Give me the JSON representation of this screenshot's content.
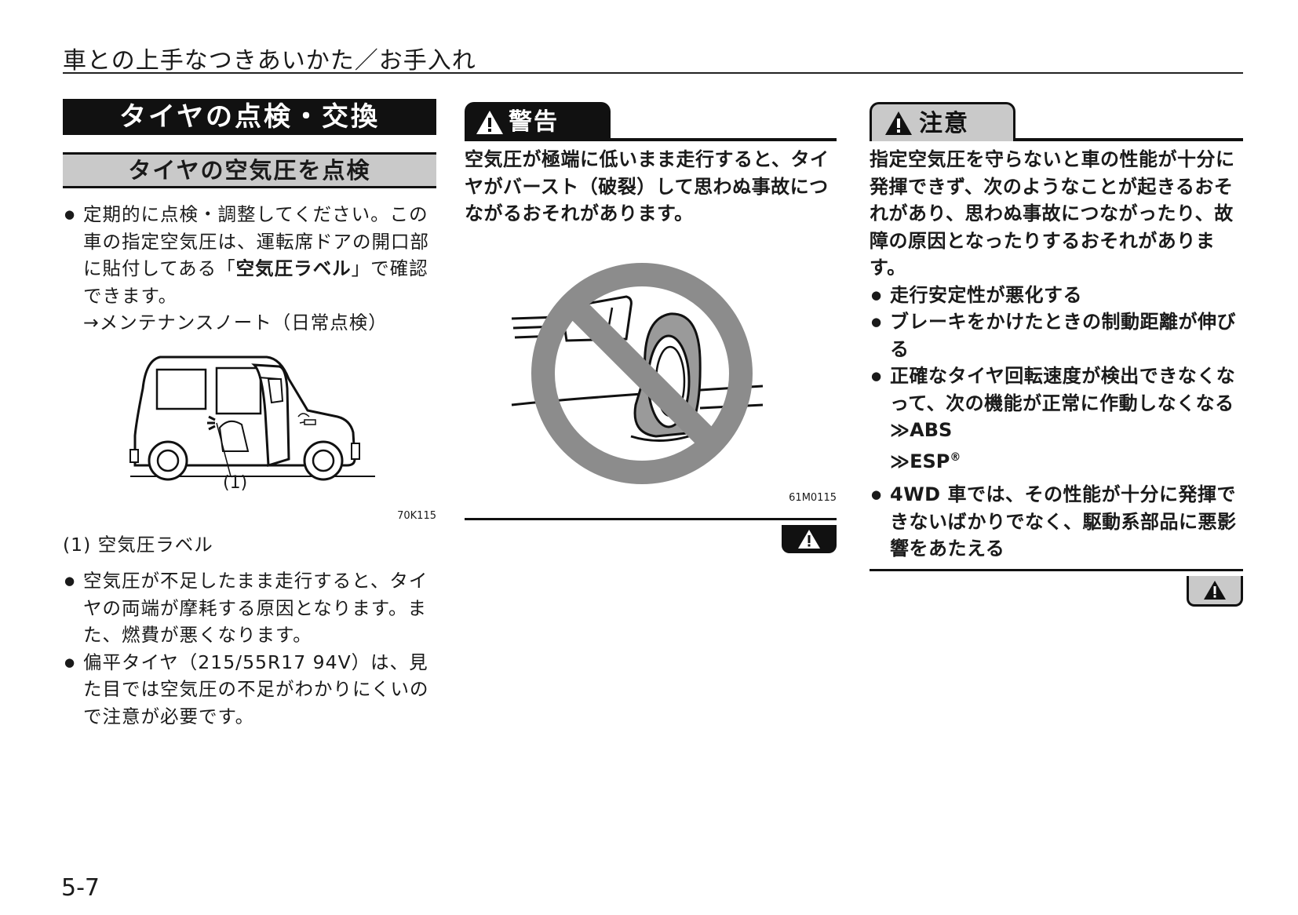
{
  "header": {
    "title": "車との上手なつきあいかた／お手入れ"
  },
  "section": {
    "title": "タイヤの点検・交換",
    "subtitle": "タイヤの空気圧を点検",
    "bullet1_a": "定期的に点検・調整してください。この車の指定空気圧は、運転席ドアの開口部に貼付してある「",
    "bullet1_bold": "空気圧ラベル",
    "bullet1_b": "」で確認できます。",
    "reference": "→メンテナンスノート（日常点検）",
    "figure": {
      "callout": "(1)",
      "code": "70K115"
    },
    "caption": "(1) 空気圧ラベル",
    "bullet2": "空気圧が不足したまま走行すると、タイヤの両端が摩耗する原因となります。また、燃費が悪くなります。",
    "bullet3": "偏平タイヤ（215/55R17 94V）は、見た目では空気圧の不足がわかりにくいので注意が必要です。"
  },
  "warning": {
    "label": "警告",
    "text": "空気圧が極端に低いまま走行すると、タイヤがバースト（破裂）して思わぬ事故につながるおそれがあります。",
    "figure_code": "61M0115"
  },
  "caution": {
    "label": "注意",
    "intro": "指定空気圧を守らないと車の性能が十分に発揮できず、次のようなことが起きるおそれがあり、思わぬ事故につながったり、故障の原因となったりするおそれがあります。",
    "items": [
      "走行安定性が悪化する",
      "ブレーキをかけたときの制動距離が伸びる",
      "正確なタイヤ回転速度が検出できなくなって、次の機能が正常に作動しなくなる"
    ],
    "sub_abs": "≫ABS",
    "sub_esp": "≫ESP",
    "esp_mark": "®",
    "item4": "4WD 車では、その性能が十分に発揮できないばかりでなく、駆動系部品に悪影響をあたえる"
  },
  "page_number": "5-7"
}
